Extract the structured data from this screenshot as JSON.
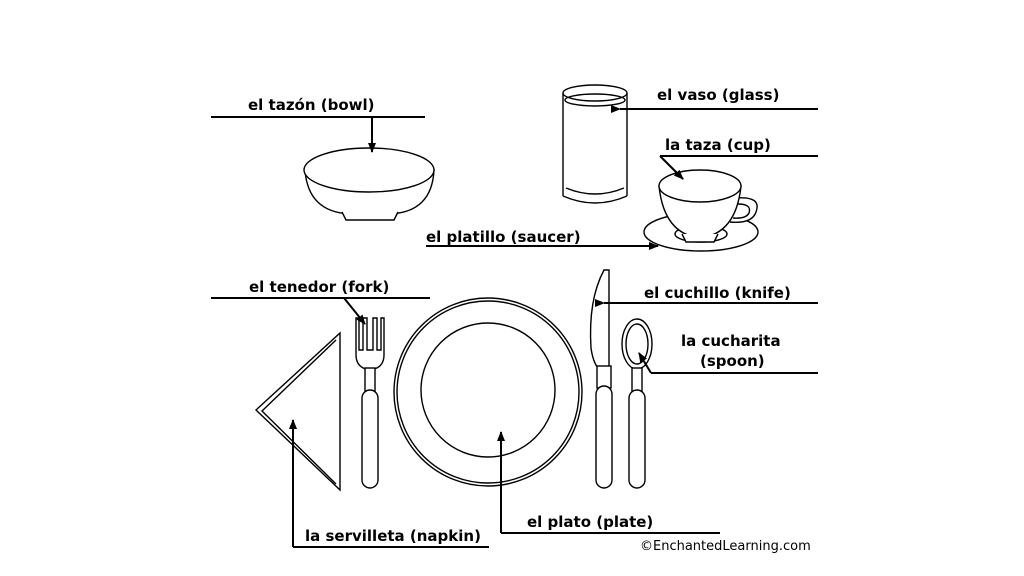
{
  "labels": {
    "bowl": "el tazón (bowl)",
    "glass": "el vaso (glass)",
    "cup": "la taza (cup)",
    "saucer": "el platillo (saucer)",
    "fork": "el tenedor (fork)",
    "knife": "el cuchillo (knife)",
    "spoon_line1": "la cucharita",
    "spoon_line2": "(spoon)",
    "napkin": "la servilleta (napkin)",
    "plate": "el plato (plate)"
  },
  "copyright": "©EnchantedLearning.com",
  "colors": {
    "ink": "#000000",
    "background": "#ffffff"
  }
}
